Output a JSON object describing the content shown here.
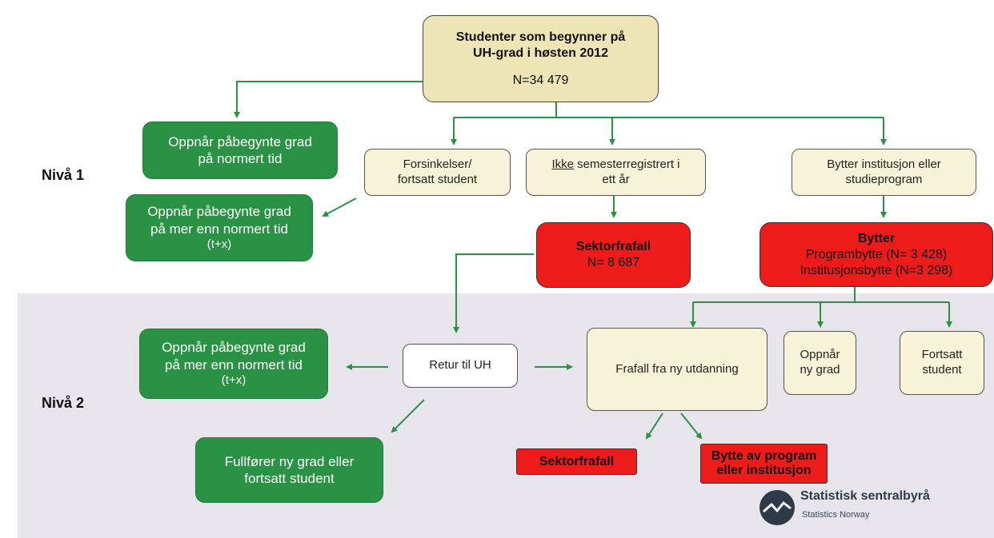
{
  "top_box": {
    "line1": "Studenter som begynner på",
    "line2": "UH-grad i høsten 2012",
    "count": "N=34 479"
  },
  "levels": {
    "level1": "Nivå 1",
    "level2": "Nivå 2"
  },
  "nivaa1": {
    "normert": {
      "line1": "Oppnår påbegynte grad",
      "line2": "på normert tid"
    },
    "forsinkelser": {
      "line1": "Forsinkelser/",
      "line2": "fortsatt student"
    },
    "ikke_reg": {
      "underlined": "Ikke",
      "rest": " semesterregistrert i",
      "line2": "ett år"
    },
    "bytter_inst": {
      "line1": "Bytter institusjon eller",
      "line2": "studieprogram"
    },
    "mer_enn": {
      "line1": "Oppnår påbegynte grad",
      "line2": "på mer enn normert tid",
      "line3": "(t+x)"
    },
    "sektorfrafall": {
      "title": "Sektorfrafall",
      "count": "N= 8 687"
    },
    "bytter": {
      "title": "Bytter",
      "line1": "Programbytte (N= 3 428)",
      "line2": "Institusjonsbytte (N=3 298)"
    }
  },
  "nivaa2": {
    "mer_enn": {
      "line1": "Oppnår påbegynte grad",
      "line2": "på mer enn normert tid",
      "line3": "(t+x)"
    },
    "retur": "Retur til UH",
    "frafall_ny": "Frafall fra ny utdanning",
    "oppnaar_ny": {
      "line1": "Oppnår",
      "line2": "ny grad"
    },
    "fortsatt": {
      "line1": "Fortsatt",
      "line2": "student"
    },
    "fullforer": {
      "line1": "Fullfører ny grad eller",
      "line2": "fortsatt student"
    },
    "sektorfrafall": "Sektorfrafall",
    "bytte_av": {
      "line1": "Bytte av program",
      "line2": "eller institusjon"
    }
  },
  "logo": {
    "name": "Statistisk sentralbyrå",
    "sub": "Statistics Norway",
    "icon": "ssb-logo-icon"
  },
  "colors": {
    "green": "#2a9245",
    "red": "#ee1b1b",
    "cream": "#f7f3d8",
    "band": "#e7e4ec"
  }
}
